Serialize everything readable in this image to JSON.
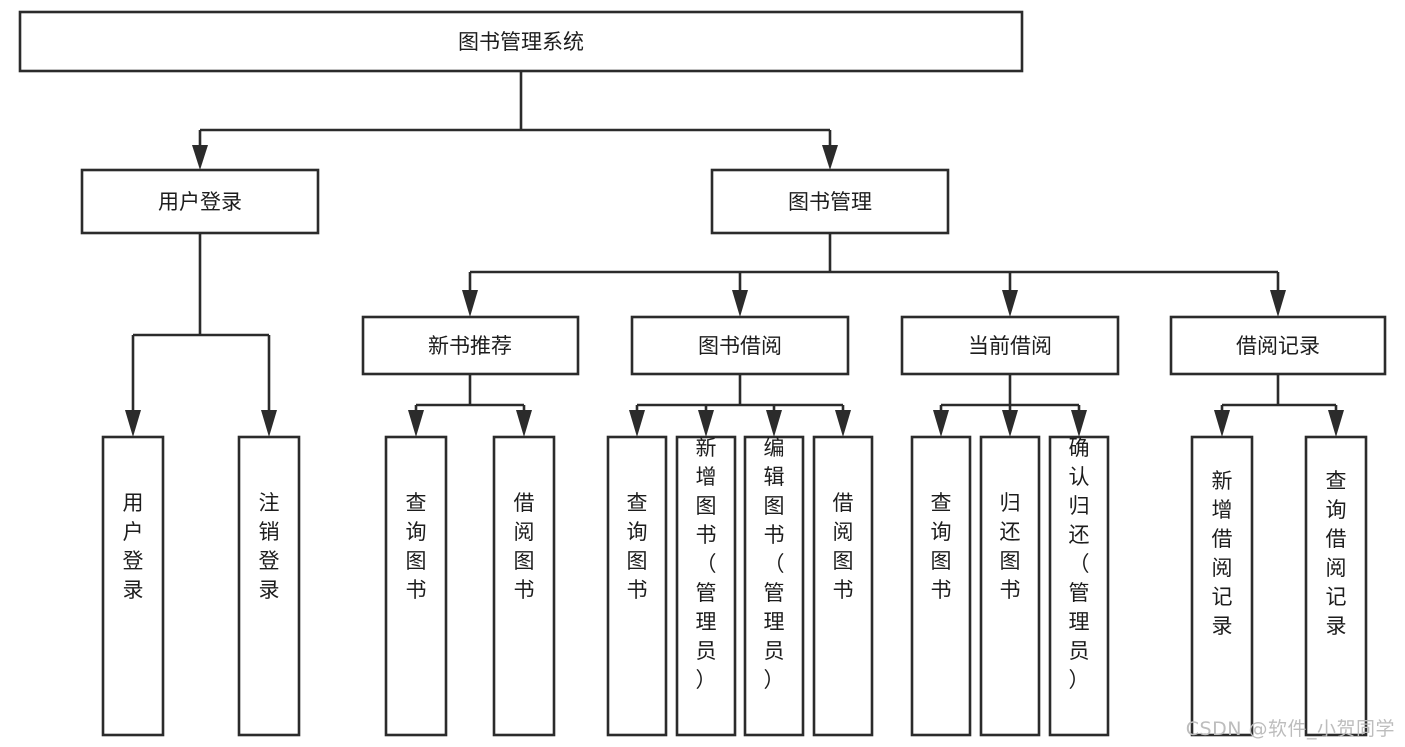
{
  "diagram": {
    "title": "图书管理系统",
    "type": "hierarchy-tree",
    "colors": {
      "box_stroke": "#2b2b2b",
      "box_fill": "#ffffff",
      "connector": "#2b2b2b",
      "text": "#1d1d1d",
      "background": "#ffffff",
      "watermark": "#bdbdbd"
    },
    "levels": {
      "root": {
        "label": "图书管理系统"
      },
      "level2": [
        {
          "label": "用户登录"
        },
        {
          "label": "图书管理"
        }
      ],
      "level3": [
        {
          "label": "新书推荐"
        },
        {
          "label": "图书借阅"
        },
        {
          "label": "当前借阅"
        },
        {
          "label": "借阅记录"
        }
      ],
      "leaves": {
        "under_user_login": [
          {
            "label": "用户登录"
          },
          {
            "label": "注销登录"
          }
        ],
        "under_new_book_recommend": [
          {
            "label": "查询图书"
          },
          {
            "label": "借阅图书"
          }
        ],
        "under_book_borrow": [
          {
            "label": "查询图书"
          },
          {
            "label": "新增图书（管理员）"
          },
          {
            "label": "编辑图书（管理员）"
          },
          {
            "label": "借阅图书"
          }
        ],
        "under_current_borrow": [
          {
            "label": "查询图书"
          },
          {
            "label": "归还图书"
          },
          {
            "label": "确认归还（管理员）"
          }
        ],
        "under_borrow_record": [
          {
            "label": "新增借阅记录"
          },
          {
            "label": "查询借阅记录"
          }
        ]
      }
    },
    "watermark": "CSDN @软件_小贺同学"
  }
}
